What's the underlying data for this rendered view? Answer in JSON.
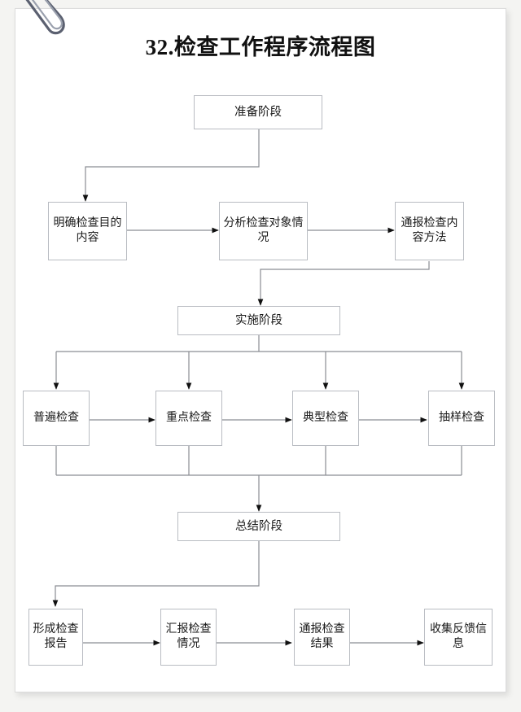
{
  "document": {
    "title": "32.检查工作程序流程图",
    "paperclip_icon": "paperclip-icon",
    "page_background": "#ffffff",
    "page_border_color": "#dcdcdc",
    "node_border_color": "#b9bcc2",
    "connector_color": "#8a8d93",
    "arrow_color": "#111111",
    "text_color": "#1a1a1a"
  },
  "flowchart": {
    "stages": {
      "preparation": "准备阶段",
      "implementation": "实施阶段",
      "summary": "总结阶段"
    },
    "preparation_steps": [
      {
        "id": "clarify-purpose",
        "label": "明确检查目的内容"
      },
      {
        "id": "analyze-object",
        "label": "分析检查对象情况"
      },
      {
        "id": "notify-content",
        "label": "通报检查内容方法"
      }
    ],
    "inspection_types": [
      {
        "id": "general-inspection",
        "label": "普遍检查"
      },
      {
        "id": "key-inspection",
        "label": "重点检查"
      },
      {
        "id": "typical-inspection",
        "label": "典型检查"
      },
      {
        "id": "sampling-inspection",
        "label": "抽样检查"
      }
    ],
    "summary_steps": [
      {
        "id": "form-report",
        "label": "形成检查报告"
      },
      {
        "id": "report-situation",
        "label": "汇报检查情况"
      },
      {
        "id": "notify-results",
        "label": "通报检查结果"
      },
      {
        "id": "collect-feedback",
        "label": "收集反馈信息"
      }
    ]
  }
}
